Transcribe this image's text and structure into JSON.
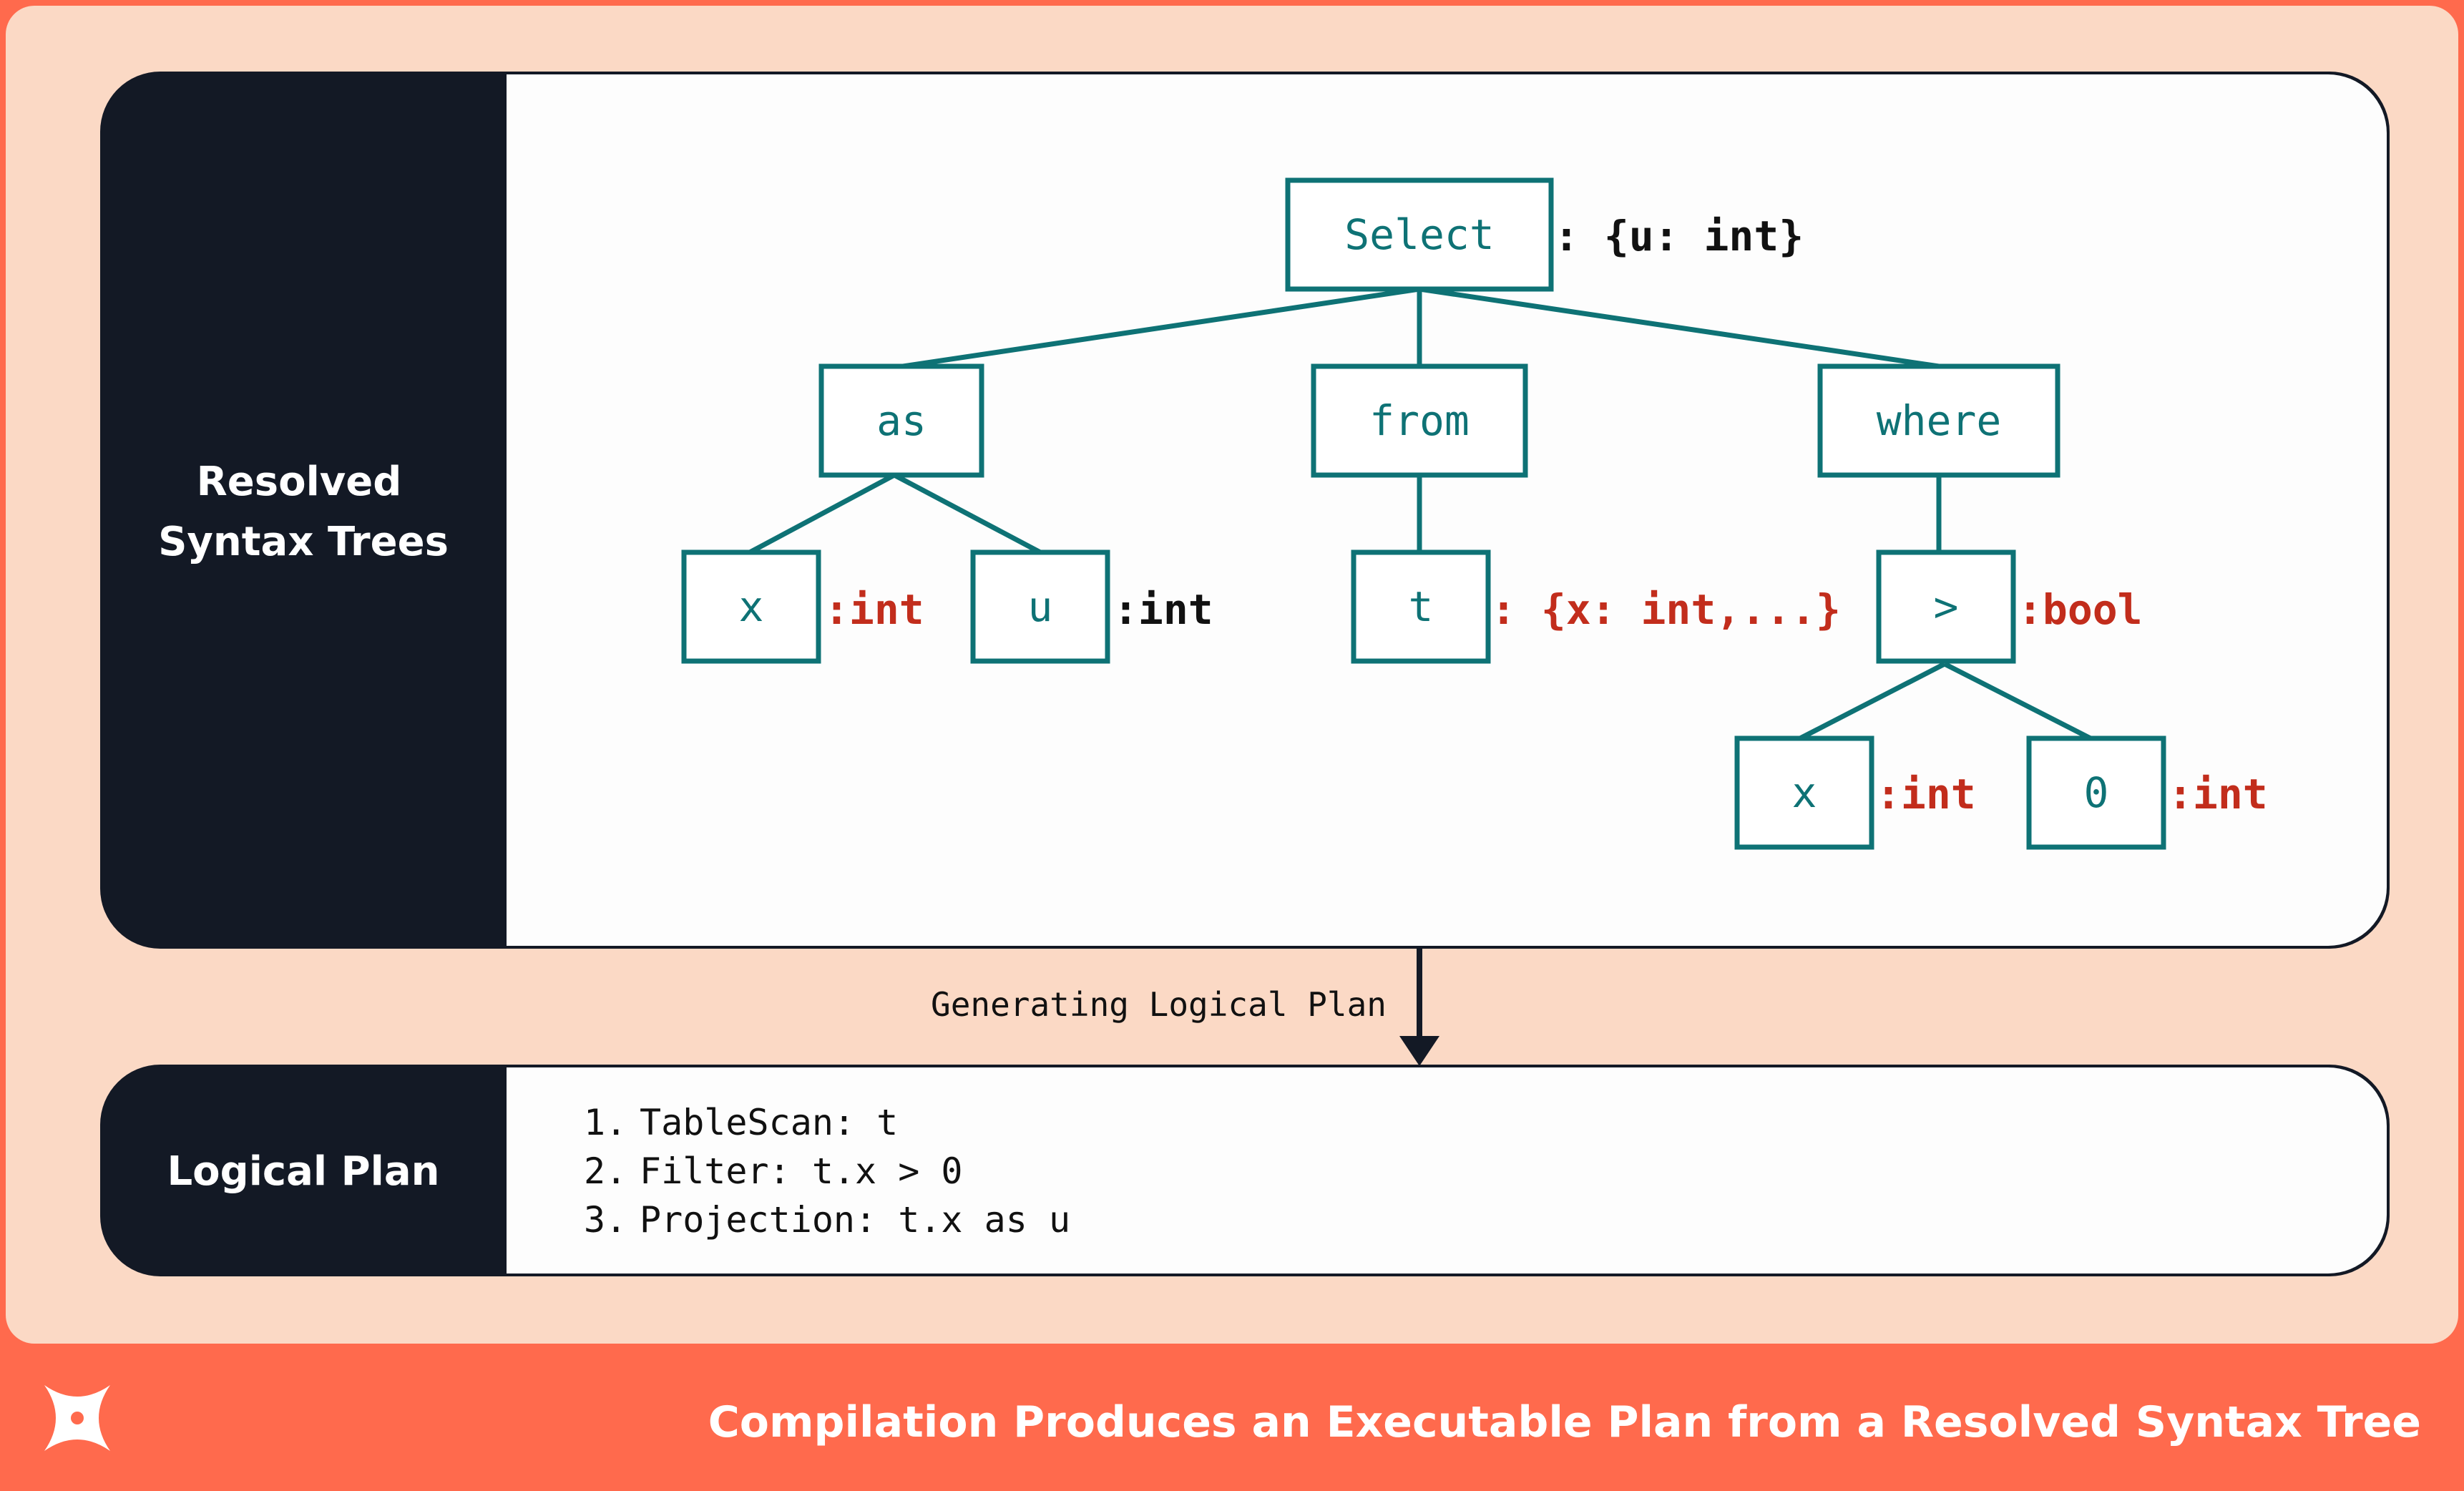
{
  "colors": {
    "background": "#fbd9c5",
    "frame": "#ff6a4d",
    "dark": "#131925",
    "panel": "#fdfdfd",
    "teal": "#0e7275",
    "red": "#c22d1c",
    "text_dark": "#111111",
    "footer_text": "#ffffff"
  },
  "sections": {
    "trees_label_line1": "Resolved",
    "trees_label_line2": "Syntax Trees",
    "plan_label": "Logical Plan"
  },
  "nodes": {
    "select": "Select",
    "as": "as",
    "from": "from",
    "where": "where",
    "x": "x",
    "u": "u",
    "t": "t",
    "gt": ">",
    "x2": "x",
    "zero": "0"
  },
  "types": {
    "select": ": {u: int}",
    "x": ":int",
    "u": ":int",
    "t": ": {x: int,...}",
    "gt": ":bool",
    "x2": ":int",
    "zero": ":int"
  },
  "arrow_label": "Generating Logical Plan",
  "plan": {
    "items": [
      {
        "num": "1.",
        "text": "TableScan: t"
      },
      {
        "num": "2.",
        "text": "Filter: t.x > 0"
      },
      {
        "num": "3.",
        "text": "Projection: t.x as u"
      }
    ]
  },
  "footer": {
    "logo": "dbt-logo-icon",
    "caption": "Compilation Produces an Executable Plan from a Resolved Syntax Tree"
  }
}
